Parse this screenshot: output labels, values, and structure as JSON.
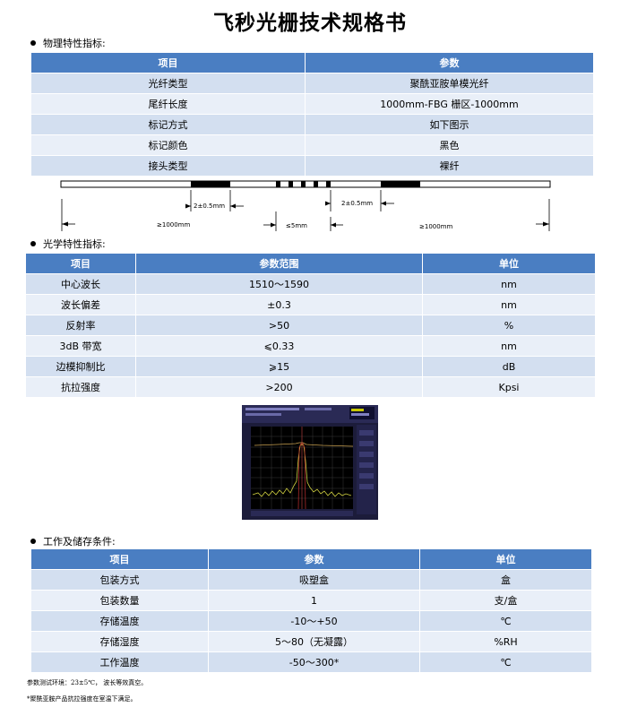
{
  "title": "飞秒光栅技术规格书",
  "physical": {
    "heading": "物理特性指标:",
    "headers": [
      "项目",
      "参数"
    ],
    "rows": [
      [
        "光纤类型",
        "聚酰亚胺单模光纤"
      ],
      [
        "尾纤长度",
        "1000mm-FBG 栅区-1000mm"
      ],
      [
        "标记方式",
        "如下图示"
      ],
      [
        "标记颜色",
        "黑色"
      ],
      [
        "接头类型",
        "裸纤"
      ]
    ]
  },
  "diagram": {
    "labels": {
      "gap_left": "2±0.5mm",
      "gap_right": "2±0.5mm",
      "len_left": "≥1000mm",
      "center": "≤5mm",
      "len_right": "≥1000mm"
    }
  },
  "optical": {
    "heading": "光学特性指标:",
    "headers": [
      "项目",
      "参数范围",
      "单位"
    ],
    "rows": [
      [
        "中心波长",
        "1510～1590",
        "nm"
      ],
      [
        "波长偏差",
        "±0.3",
        "nm"
      ],
      [
        "反射率",
        ">50",
        "%"
      ],
      [
        "3dB 带宽",
        "⩽0.33",
        "nm"
      ],
      [
        "边模抑制比",
        "⩾15",
        "dB"
      ],
      [
        "抗拉强度",
        ">200",
        "Kpsi"
      ]
    ]
  },
  "storage": {
    "heading": "工作及储存条件:",
    "headers": [
      "项目",
      "参数",
      "单位"
    ],
    "rows": [
      [
        "包装方式",
        "吸塑盒",
        "盒"
      ],
      [
        "包装数量",
        "1",
        "支/盒"
      ],
      [
        "存储温度",
        "-10～+50",
        "℃"
      ],
      [
        "存储湿度",
        "5～80（无凝露）",
        "%RH"
      ],
      [
        "工作温度",
        "-50～300*",
        "℃"
      ]
    ]
  },
  "notes": [
    "参数测试环境：23±5℃， 波长等效真空。",
    "*聚酰亚胺产品抗拉强度在室温下满足。"
  ],
  "colors": {
    "header": "#4a7ec2",
    "row_dark": "#d3dff0",
    "row_light": "#e9eff8"
  }
}
